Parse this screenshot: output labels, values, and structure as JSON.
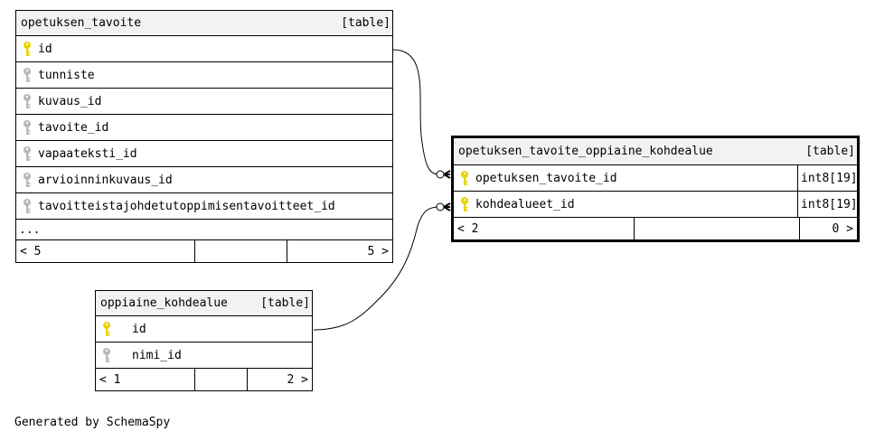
{
  "tables": {
    "t1": {
      "name": "opetuksen_tavoite",
      "tag": "[table]",
      "columns": [
        {
          "name": "id",
          "key": "primary"
        },
        {
          "name": "tunniste",
          "key": "none"
        },
        {
          "name": "kuvaus_id",
          "key": "none"
        },
        {
          "name": "tavoite_id",
          "key": "none"
        },
        {
          "name": "vapaateksti_id",
          "key": "none"
        },
        {
          "name": "arvioinninkuvaus_id",
          "key": "none"
        },
        {
          "name": "tavoitteistajohdetutoppimisentavoitteet_id",
          "key": "none"
        }
      ],
      "more": "...",
      "footer": {
        "left": "< 5",
        "right": "5 >"
      }
    },
    "t2": {
      "name": "opetuksen_tavoite_oppiaine_kohdealue",
      "tag": "[table]",
      "columns": [
        {
          "name": "opetuksen_tavoite_id",
          "type": "int8[19]",
          "key": "primary"
        },
        {
          "name": "kohdealueet_id",
          "type": "int8[19]",
          "key": "primary"
        }
      ],
      "footer": {
        "left": "< 2",
        "right": "0 >"
      }
    },
    "t3": {
      "name": "oppiaine_kohdealue",
      "tag": "[table]",
      "columns": [
        {
          "name": "id",
          "key": "primary"
        },
        {
          "name": "nimi_id",
          "key": "none"
        }
      ],
      "footer": {
        "left": "< 1",
        "right": "2 >"
      }
    }
  },
  "colors": {
    "primary_key": "#e8d400",
    "other_key": "#b8b8b8"
  },
  "generated": "Generated by SchemaSpy"
}
